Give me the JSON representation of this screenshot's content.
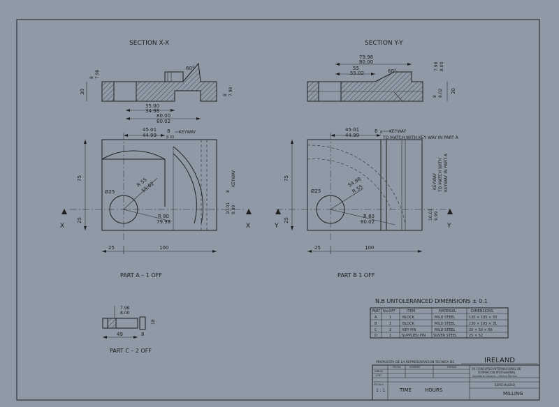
{
  "sections": {
    "x": {
      "title": "SECTION  X-X"
    },
    "y": {
      "title": "SECTION  Y-Y"
    }
  },
  "part_a": {
    "label": "PART  A  – 1 OFF",
    "dims": {
      "d1_top": "45.01",
      "d1_bot": "44.99",
      "w8": "8",
      "w8_sub": "8.03",
      "keyway_lbl": "KEYWAY",
      "h75": "75",
      "h25": "25",
      "w25": "25",
      "w100": "100",
      "dia": "Ø25",
      "r55_top": "R 55",
      "r55_bot": "55.02",
      "r80_top": "R 80",
      "r80_bot": "79.98",
      "side_8": "8",
      "side_keyway": "KEYWAY",
      "side_10a": "10.01",
      "side_10b": "9.99"
    },
    "axis_x": "X"
  },
  "part_b": {
    "label": "PART  B     1  OFF",
    "dims": {
      "d1_top": "45.01",
      "d1_bot": "44.99",
      "w8": "8",
      "w8_sub": "8",
      "keyway_lbl": "KEYWAY",
      "keyway_note": "TO  MATCH  WITH  KEY WAY  IN  PART  A",
      "h75": "75",
      "h25": "25",
      "w25": "25",
      "w100": "100",
      "dia": "Ø25",
      "r54_top": "54.98",
      "r54_bot": "R 55",
      "r80_top": "R 80",
      "r80_bot": "80.02",
      "side_keyway": "KEYWAY",
      "side_note1": "TO MATCH WITH",
      "side_note2": "KEYWAY IN PART A",
      "side_10a": "10.01",
      "side_10b": "9.99"
    },
    "axis_y": "Y"
  },
  "section_x": {
    "h8a": "8",
    "h8b": "7.98",
    "h30": "30",
    "angle": "60°",
    "w35a": "35.00",
    "w35b": "34.98",
    "w80a": "80.00",
    "w80b": "80.02",
    "r8a": "8",
    "r8b": "7.98"
  },
  "section_y": {
    "w79a": "79.98",
    "w79b": "80.00",
    "w55a": "55",
    "w55b": "55.02",
    "angle": "60°",
    "h8a": "7.98",
    "h8b": "8.00",
    "h8c": "8",
    "h8d": "8.02",
    "h30": "30"
  },
  "part_c": {
    "label": "PART  C  – 2 OFF",
    "d798": "7.98",
    "d800": "8.00",
    "len49": "49",
    "len8": "8",
    "h18": "18"
  },
  "note": "N.B  UNTOLERANCED  DIMENSIONS  ± 0.1",
  "parts_table": {
    "headers": [
      "PART",
      "No.OFF",
      "ITEM",
      "MATERIAL",
      "DIMENSIONS"
    ],
    "rows": [
      [
        "A",
        "1",
        "BLOCK",
        "MILD  STEEL",
        "130 × 105 × 33"
      ],
      [
        "B",
        "1",
        "BLOCK",
        "MILD  STEEL",
        "130 × 105 × 31"
      ],
      [
        "C",
        "2",
        "KEY  PIN",
        "MILD  STEEL",
        "20 × 50 × 56"
      ],
      [
        "D",
        "1",
        "SUPPLIED  PIN",
        "SILVER  STEEL",
        "25 × 52"
      ]
    ]
  },
  "title_block": {
    "proposal": "PROPUESTA  DE  LA  REPRESENTACION  TECNICA  DE",
    "country": "IRELAND",
    "h1": "FECHA",
    "h2": "NOMBRE",
    "h3": "FIRMAS",
    "row1": "DIBUJO",
    "row2": "V°B°",
    "contest1": "XX  CONCURSO  INTERNACIONAL  DE",
    "contest2": "FORMACION  PROFESIONAL",
    "office": "Secretaría  General.—Oficina  Técnica",
    "scale_lbl": "ESCALA",
    "scale": "1 : 1",
    "time_lbl": "TIME",
    "hours_lbl": "HOURS",
    "spec_lbl": "ESPECIALIDAD",
    "spec": "MILLING"
  }
}
